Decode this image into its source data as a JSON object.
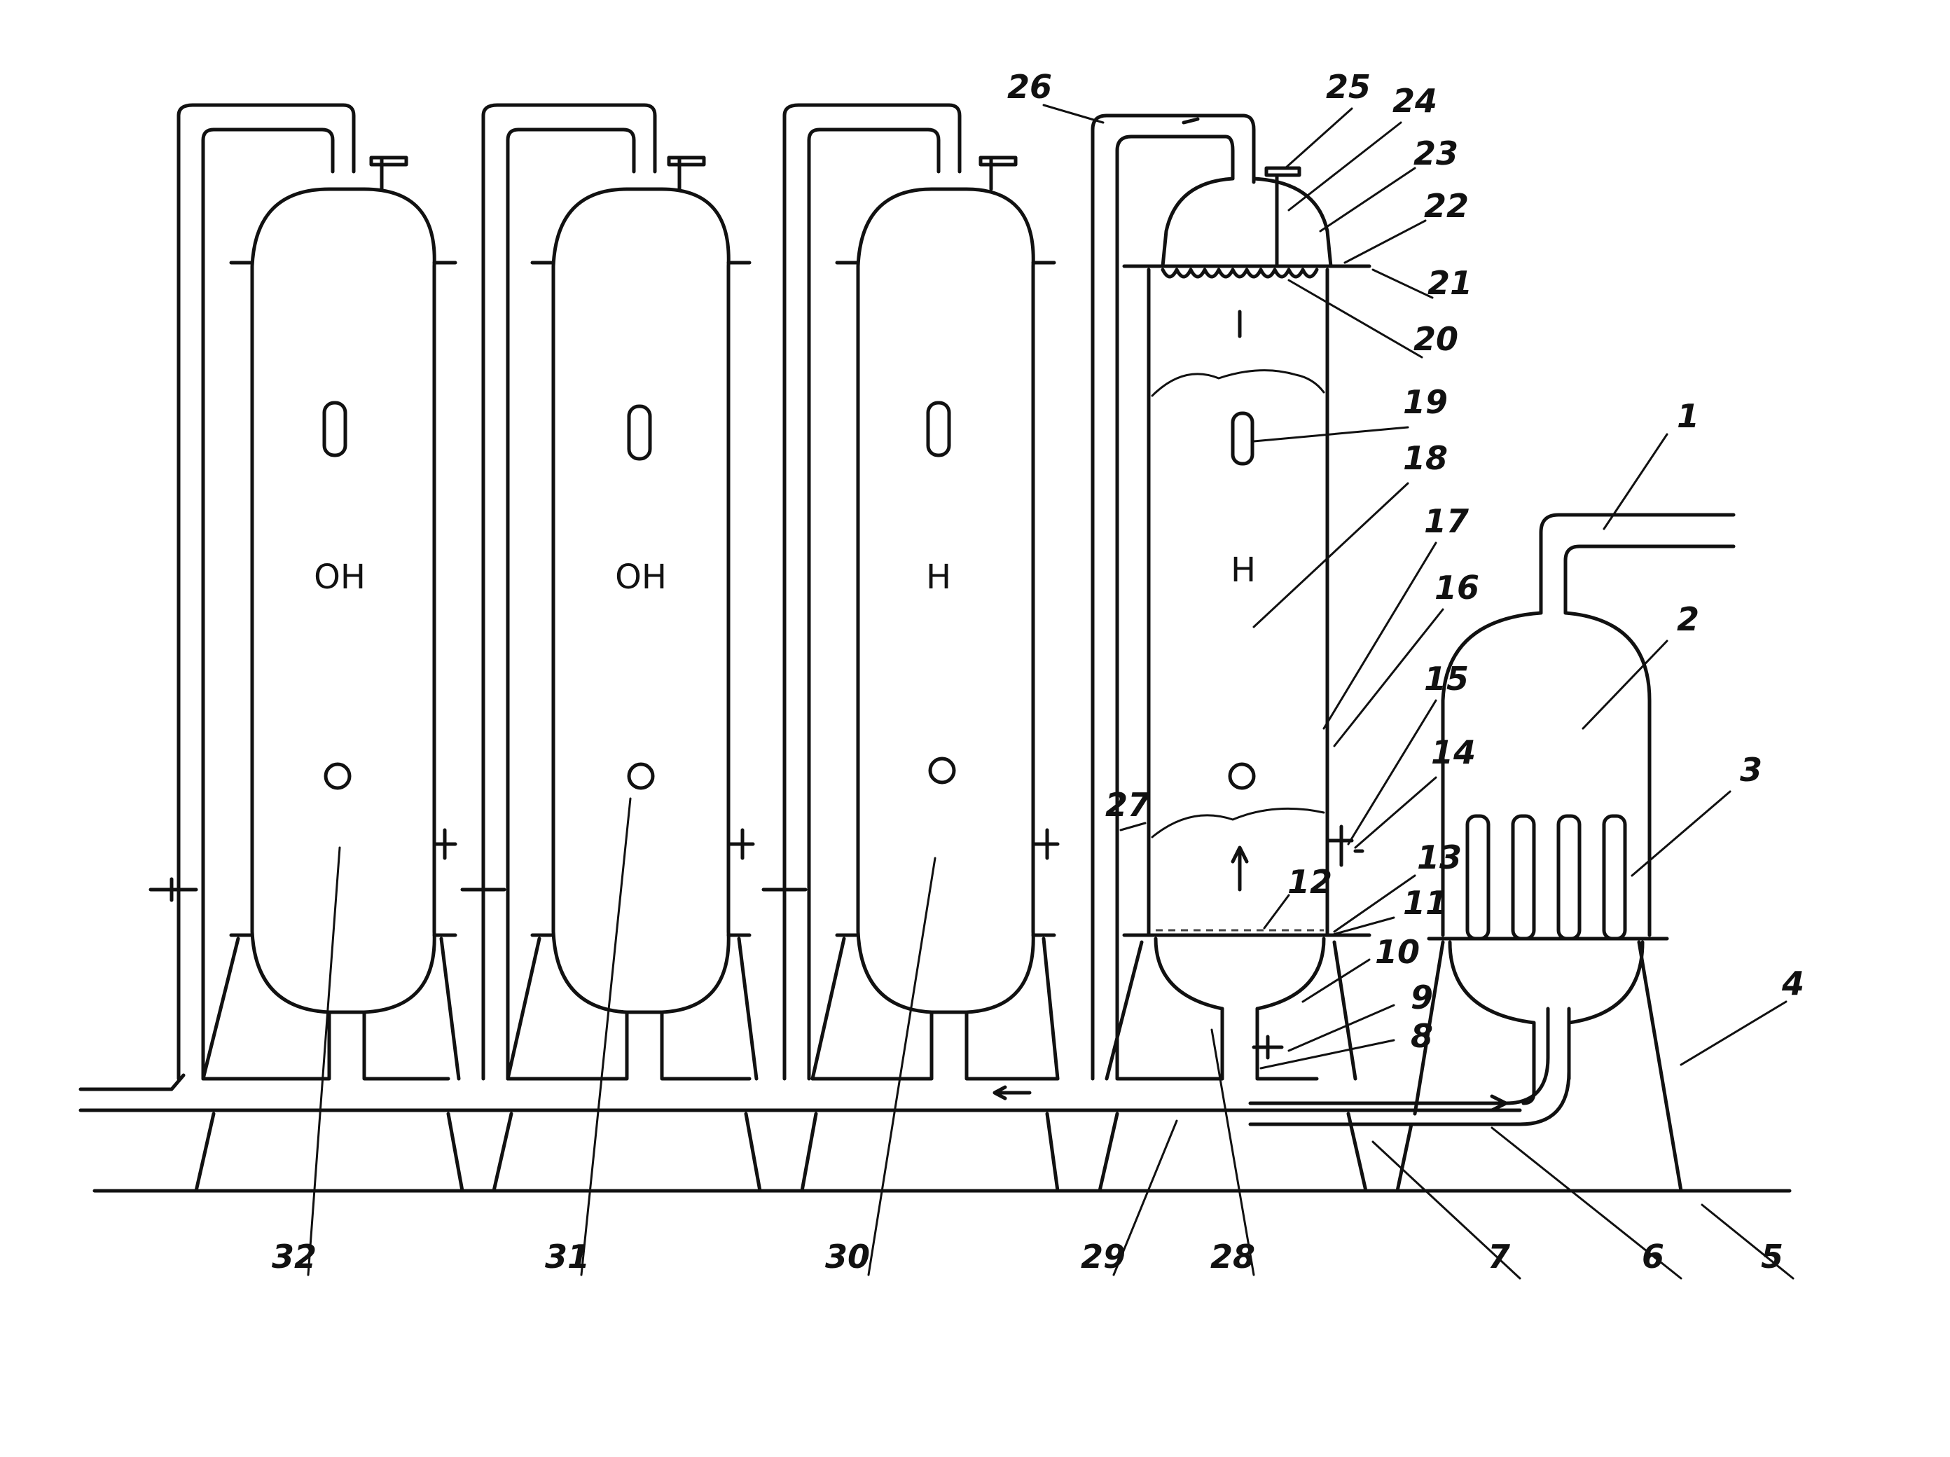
{
  "figure": {
    "background": "#ffffff",
    "line_color": "#111111"
  },
  "columns": [
    {
      "id": "col-32",
      "marker": "OH",
      "ref": "32"
    },
    {
      "id": "col-31",
      "marker": "OH",
      "ref": "31"
    },
    {
      "id": "col-30",
      "marker": "H",
      "ref": "30"
    },
    {
      "id": "col-main",
      "marker": "H",
      "ref": "28"
    }
  ],
  "reference_numbers": [
    "1",
    "2",
    "3",
    "4",
    "5",
    "6",
    "7",
    "8",
    "9",
    "10",
    "11",
    "12",
    "13",
    "14",
    "15",
    "16",
    "17",
    "18",
    "19",
    "20",
    "21",
    "22",
    "23",
    "24",
    "25",
    "26",
    "27",
    "28",
    "29",
    "30",
    "31",
    "32"
  ],
  "icons": {
    "arrow": "flow-arrow-icon",
    "valve": "valve-icon",
    "sight_glass": "sight-glass-icon"
  }
}
